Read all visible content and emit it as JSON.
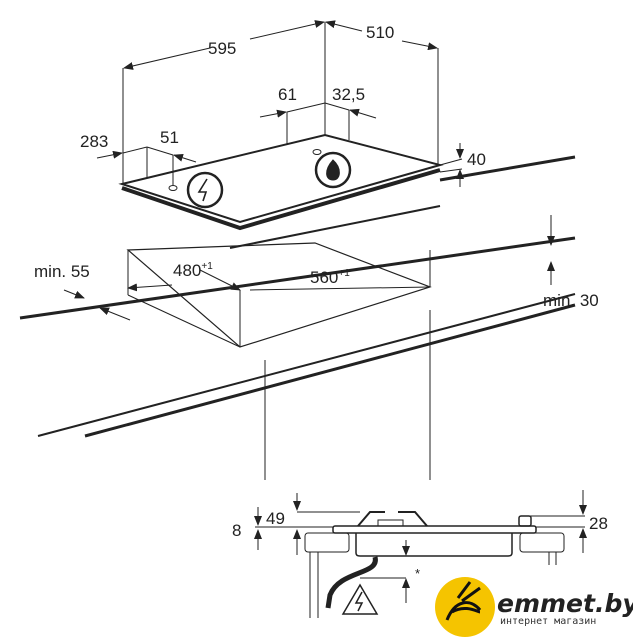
{
  "dimensions": {
    "width": "595",
    "depth": "510",
    "gas_offset_x": "61",
    "gas_offset_y": "32,5",
    "elec_offset_x": "283",
    "elec_offset_y": "51",
    "hob_height": "40",
    "cutout_depth": "480",
    "cutout_width": "560",
    "tolerance": "+1",
    "min_front": "min. 55",
    "min_side": "min. 30",
    "side_thickness": "8",
    "total_height": "49",
    "right_height": "28",
    "clearance_note": "*"
  },
  "icons": [
    "electric-connection-icon",
    "gas-flame-icon",
    "electric-warning-icon"
  ],
  "logo": {
    "name": "emmet.by",
    "tagline": "интернет магазин",
    "color": "#f5c400"
  }
}
